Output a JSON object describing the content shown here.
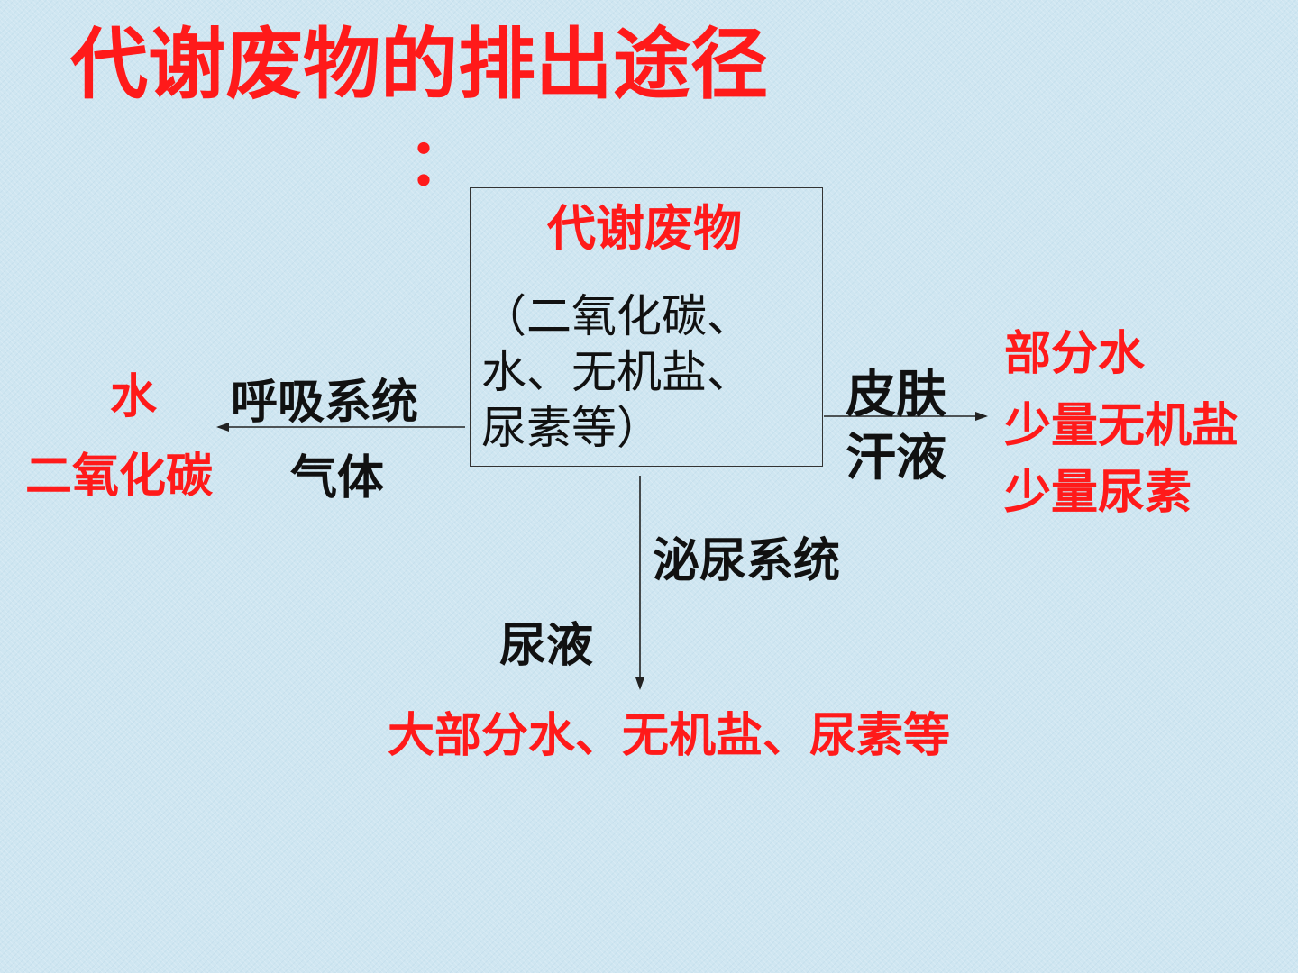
{
  "title": "代谢废物的排出途径",
  "title_colon": "：",
  "center": {
    "title": "代谢废物",
    "lines": [
      "（二氧化碳、",
      "水、无机盐、",
      "尿素等）"
    ]
  },
  "respiratory": {
    "label": "呼吸系统",
    "medium": "气体",
    "products": [
      "水",
      "二氧化碳"
    ]
  },
  "skin": {
    "label": "皮肤",
    "medium": "汗液",
    "products": [
      "部分水",
      "少量无机盐",
      "少量尿素"
    ]
  },
  "urinary": {
    "label": "泌尿系统",
    "medium": "尿液",
    "product": "大部分水、无机盐、尿素等"
  },
  "colors": {
    "background": "#cfe6f1",
    "highlight": "#ff1a1a",
    "text": "#111111"
  }
}
